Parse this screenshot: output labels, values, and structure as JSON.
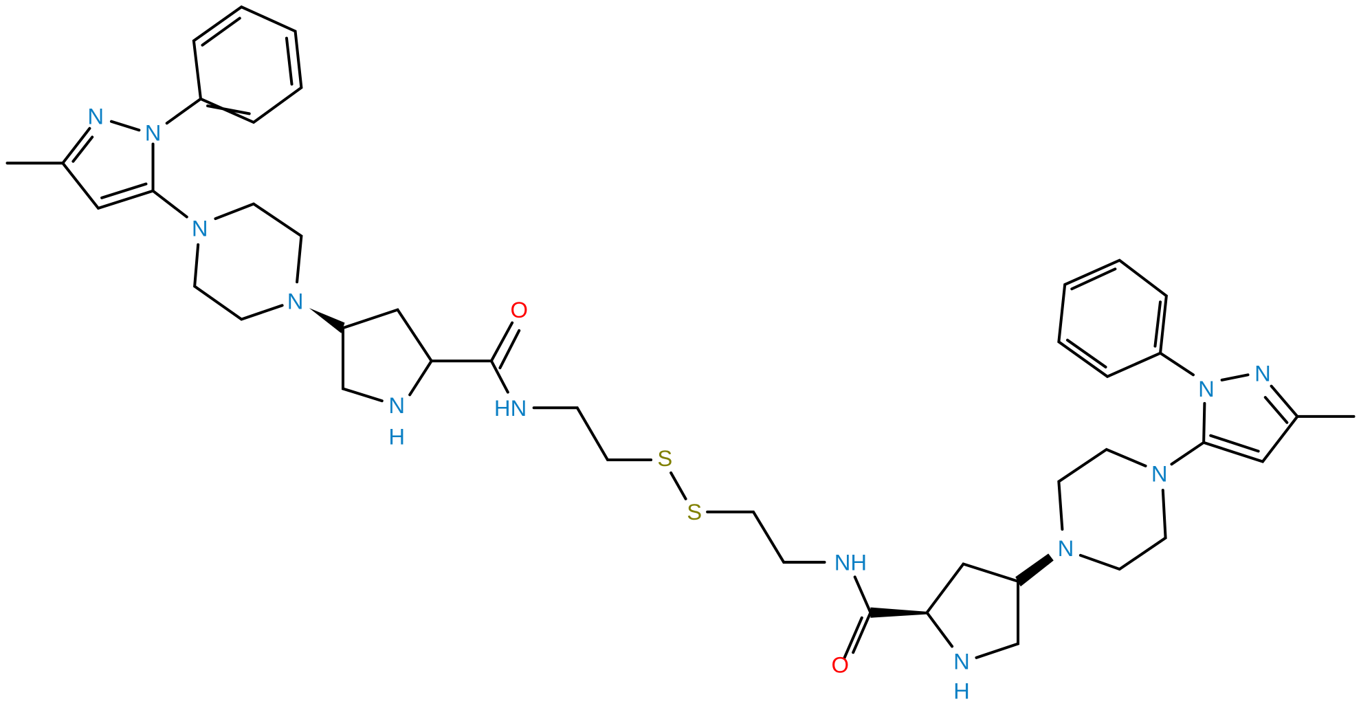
{
  "structure": {
    "atom_labels": [
      "N",
      "N",
      "N",
      "N",
      "N",
      "H",
      "O",
      "HN",
      "S",
      "S",
      "NH",
      "O",
      "N",
      "H",
      "N",
      "N",
      "N",
      "N"
    ],
    "colors": {
      "nitrogen": "#0b7fc4",
      "oxygen": "#ff0000",
      "sulfur": "#808000",
      "bond": "#000000"
    }
  }
}
